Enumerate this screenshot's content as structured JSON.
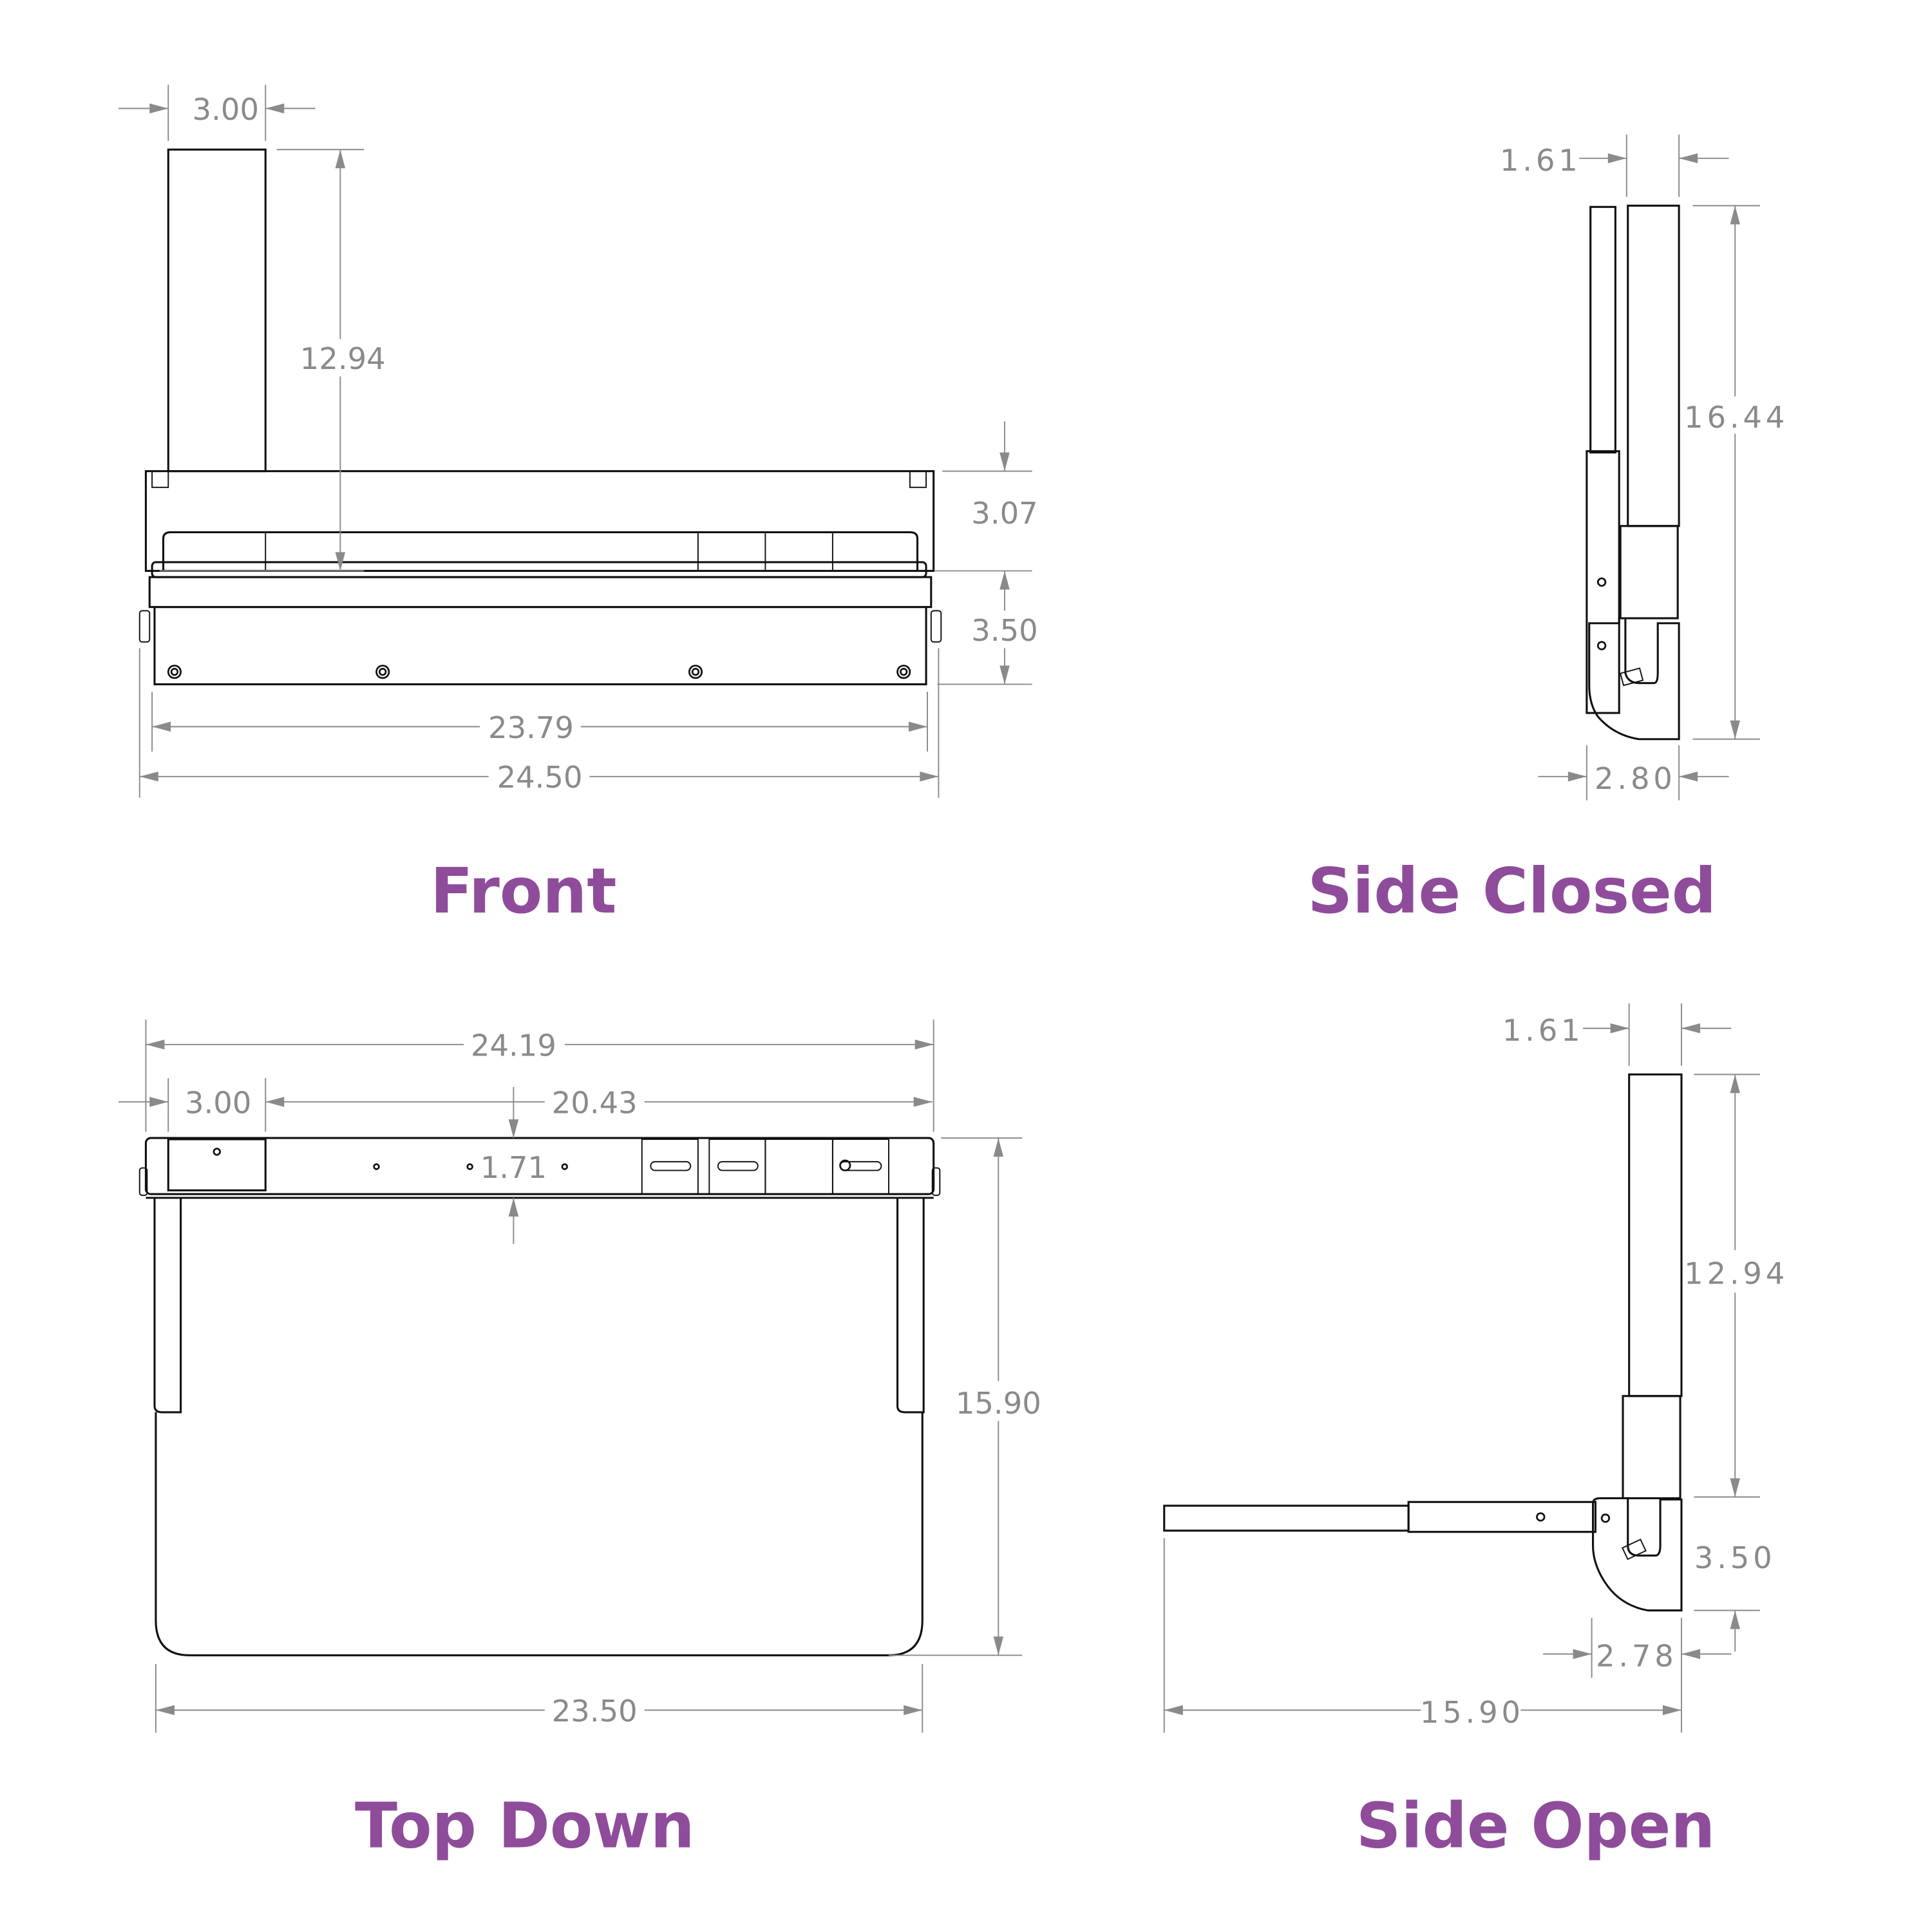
{
  "colors": {
    "title": "#8E4C9A",
    "dimension": "#8A8A8A",
    "outline": "#111111",
    "background": "#FFFFFF"
  },
  "units": "inches",
  "views": {
    "front": {
      "title": "Front",
      "dimensions": {
        "column_width": "3.00",
        "column_height": "12.94",
        "upper_body_height": "3.07",
        "lower_body_height": "3.50",
        "inner_width": "23.79",
        "overall_width": "24.50"
      }
    },
    "side_closed": {
      "title": "Side Closed",
      "dimensions": {
        "column_depth": "1.61",
        "overall_height": "16.44",
        "base_depth": "2.80"
      }
    },
    "top_down": {
      "title": "Top Down",
      "dimensions": {
        "overall_width": "24.19",
        "column_width": "3.00",
        "rail_width": "20.43",
        "rail_depth": "1.71",
        "tray_depth": "15.90",
        "tray_width": "23.50"
      }
    },
    "side_open": {
      "title": "Side Open",
      "dimensions": {
        "column_depth": "1.61",
        "column_height": "12.94",
        "base_height": "3.50",
        "base_depth": "2.78",
        "tray_extension": "15.90"
      }
    }
  }
}
